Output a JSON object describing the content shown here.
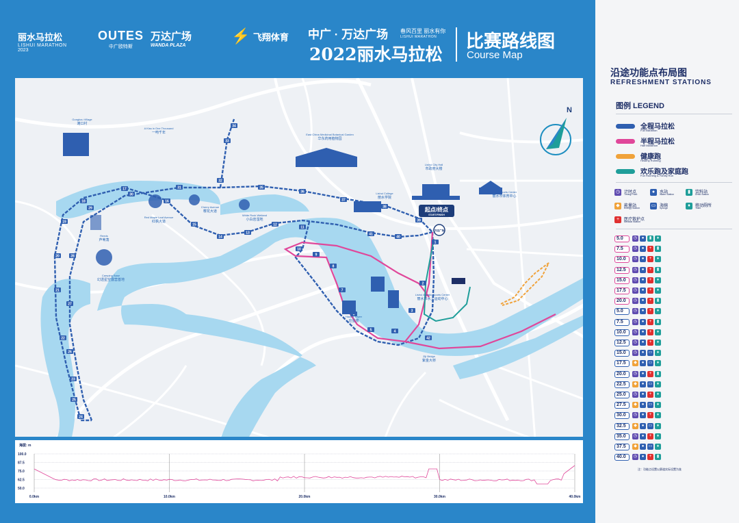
{
  "header": {
    "logos": {
      "lishui": {
        "zh": "丽水马拉松",
        "en": "LISHUI MARATHON",
        "year": "2023"
      },
      "outes": {
        "en": "OUTES",
        "zh": "中广欧特斯"
      },
      "wanda": {
        "zh": "万达广场",
        "en": "WANDA PLAZA"
      },
      "feixiang": {
        "zh": "飞翔体育"
      }
    },
    "sponsor_line": "中广 · 万达广场",
    "slogan": "春风百里 丽水有你",
    "slogan_en": "LISHUI MARATHON",
    "race_title": "2022丽水马拉松",
    "map_title": "比赛路线图",
    "map_title_en": "Course Map"
  },
  "colors": {
    "full": "#2f5fb0",
    "half": "#e0479a",
    "healthy": "#f0a23a",
    "family": "#1f9e9a",
    "water": "#cce8f6",
    "river": "#a7d8f0",
    "frame": "#2a86c9"
  },
  "map": {
    "compass": "N",
    "landmarks": [
      {
        "en": "Gongkou Village",
        "zh": "滩口村"
      },
      {
        "en": "A Kiss in One Thousand",
        "zh": "一吻千年"
      },
      {
        "en": "East China Medicinal Botanical Garden",
        "zh": "华东药用植物园"
      },
      {
        "en": "Lishui City Hall",
        "zh": "市政府大楼"
      },
      {
        "en": "Lishui Sports Center",
        "zh": "丽水市体育中心"
      },
      {
        "en": "Lishui College",
        "zh": "丽水学院"
      },
      {
        "en": "Red Maple Leaf Avenue",
        "zh": "红枫大道"
      },
      {
        "en": "Cherry Avenue",
        "zh": "樱花大道"
      },
      {
        "en": "White Rock Wetland",
        "zh": "小白岩湿地"
      },
      {
        "en": "Reeds",
        "zh": "芦苇荡"
      },
      {
        "en": "Camping Base",
        "zh": "幻透星空露营基地"
      },
      {
        "en": "Lishui Aquatic Sports Center",
        "zh": "丽水市水上运动中心"
      },
      {
        "en": "Ziji Bridge",
        "zh": "紫金大桥"
      },
      {
        "en": "Haochi Tower",
        "zh": "应星楼"
      }
    ],
    "start_finish": "起点/终点",
    "start_finish_en": "START/FINISH",
    "wanda_tag": "万达广场",
    "km_markers": [
      "1",
      "2",
      "3",
      "4",
      "5",
      "6",
      "7",
      "8",
      "9",
      "10",
      "11",
      "12",
      "13",
      "14",
      "15",
      "16",
      "17",
      "18",
      "19",
      "20",
      "21",
      "22",
      "23",
      "24",
      "25",
      "26",
      "27",
      "28",
      "29",
      "30",
      "31",
      "32",
      "33",
      "34",
      "35",
      "36",
      "37",
      "38",
      "39",
      "40",
      "41",
      "42"
    ]
  },
  "elevation": {
    "ylabel": "海拔: m",
    "yticks": [
      "100.0",
      "87.5",
      "75.0",
      "62.5",
      "50.0"
    ],
    "xticks": [
      "0.0km",
      "10.0km",
      "20.0km",
      "30.0km",
      "40.0km"
    ]
  },
  "panel": {
    "title": "沿途功能点布局图",
    "title_en": "REFRESHMENT STATIONS",
    "legend_heading": "图例 LEGEND",
    "routes": [
      {
        "zh": "全程马拉松",
        "en": "Full Marathon",
        "color": "#2f5fb0"
      },
      {
        "zh": "半程马拉松",
        "en": "Half Marathon",
        "color": "#e0479a"
      },
      {
        "zh": "健康跑",
        "en": "Healthy Running",
        "color": "#f0a23a"
      },
      {
        "zh": "欢乐跑及家庭跑",
        "en": "Fun Running & Family Run",
        "color": "#1f9e9a"
      }
    ],
    "facilities": [
      {
        "zh": "计时点",
        "en": "Timing Point",
        "icon": "clock-icon",
        "color": "#5f4bb0"
      },
      {
        "zh": "水站",
        "en": "Water Station",
        "icon": "water-drop-icon",
        "color": "#2f5fb0"
      },
      {
        "zh": "饮料站",
        "en": "Drink Station",
        "icon": "drink-icon",
        "color": "#1f9e9a"
      },
      {
        "zh": "能量站",
        "en": "Energy Station",
        "icon": "energy-icon",
        "color": "#f0a23a"
      },
      {
        "zh": "海绵",
        "en": "Sponge",
        "icon": "sponge-icon",
        "color": "#2f5fb0"
      },
      {
        "zh": "移动厕所",
        "en": "Toilet",
        "icon": "toilet-icon",
        "color": "#1f9e9a"
      },
      {
        "zh": "医疗救护点",
        "en": "Medical Station",
        "icon": "medical-cross-icon",
        "color": "#e03030"
      }
    ],
    "stations": [
      {
        "km": "5.0",
        "icons": [
          "clock-icon",
          "water-drop-icon",
          "drink-icon",
          "toilet-icon"
        ]
      },
      {
        "km": "7.5",
        "icons": [
          "clock-icon",
          "water-drop-icon",
          "medical-cross-icon",
          "drink-icon"
        ]
      },
      {
        "km": "10.0",
        "icons": [
          "clock-icon",
          "water-drop-icon",
          "medical-cross-icon",
          "toilet-icon"
        ]
      },
      {
        "km": "12.5",
        "icons": [
          "clock-icon",
          "water-drop-icon",
          "medical-cross-icon",
          "drink-icon"
        ]
      },
      {
        "km": "15.0",
        "icons": [
          "clock-icon",
          "water-drop-icon",
          "medical-cross-icon",
          "toilet-icon"
        ]
      },
      {
        "km": "17.5",
        "icons": [
          "clock-icon",
          "water-drop-icon",
          "medical-cross-icon",
          "toilet-icon"
        ]
      },
      {
        "km": "20.0",
        "icons": [
          "clock-icon",
          "water-drop-icon",
          "medical-cross-icon",
          "drink-icon"
        ]
      },
      {
        "km": "5.0",
        "icons": [
          "clock-icon",
          "water-drop-icon",
          "medical-cross-icon",
          "toilet-icon"
        ]
      },
      {
        "km": "7.5",
        "icons": [
          "clock-icon",
          "water-drop-icon",
          "medical-cross-icon",
          "drink-icon"
        ]
      },
      {
        "km": "10.0",
        "icons": [
          "clock-icon",
          "water-drop-icon",
          "medical-cross-icon",
          "toilet-icon"
        ]
      },
      {
        "km": "12.5",
        "icons": [
          "clock-icon",
          "water-drop-icon",
          "medical-cross-icon",
          "toilet-icon"
        ]
      },
      {
        "km": "15.0",
        "icons": [
          "clock-icon",
          "water-drop-icon",
          "sponge-icon",
          "toilet-icon"
        ]
      },
      {
        "km": "17.5",
        "icons": [
          "energy-icon",
          "water-drop-icon",
          "sponge-icon",
          "toilet-icon"
        ]
      },
      {
        "km": "20.0",
        "icons": [
          "clock-icon",
          "water-drop-icon",
          "medical-cross-icon",
          "drink-icon"
        ]
      },
      {
        "km": "22.5",
        "icons": [
          "energy-icon",
          "water-drop-icon",
          "sponge-icon",
          "toilet-icon"
        ]
      },
      {
        "km": "25.0",
        "icons": [
          "clock-icon",
          "water-drop-icon",
          "medical-cross-icon",
          "toilet-icon"
        ]
      },
      {
        "km": "27.5",
        "icons": [
          "energy-icon",
          "water-drop-icon",
          "sponge-icon",
          "toilet-icon"
        ]
      },
      {
        "km": "30.0",
        "icons": [
          "clock-icon",
          "water-drop-icon",
          "medical-cross-icon",
          "toilet-icon"
        ]
      },
      {
        "km": "32.5",
        "icons": [
          "energy-icon",
          "water-drop-icon",
          "sponge-icon",
          "toilet-icon"
        ]
      },
      {
        "km": "35.0",
        "icons": [
          "clock-icon",
          "water-drop-icon",
          "medical-cross-icon",
          "toilet-icon"
        ]
      },
      {
        "km": "37.5",
        "icons": [
          "energy-icon",
          "water-drop-icon",
          "sponge-icon",
          "toilet-icon"
        ]
      },
      {
        "km": "40.0",
        "icons": [
          "clock-icon",
          "water-drop-icon",
          "medical-cross-icon",
          "drink-icon"
        ]
      }
    ],
    "note": "注：功能点设置以赛道实际设置为准"
  }
}
